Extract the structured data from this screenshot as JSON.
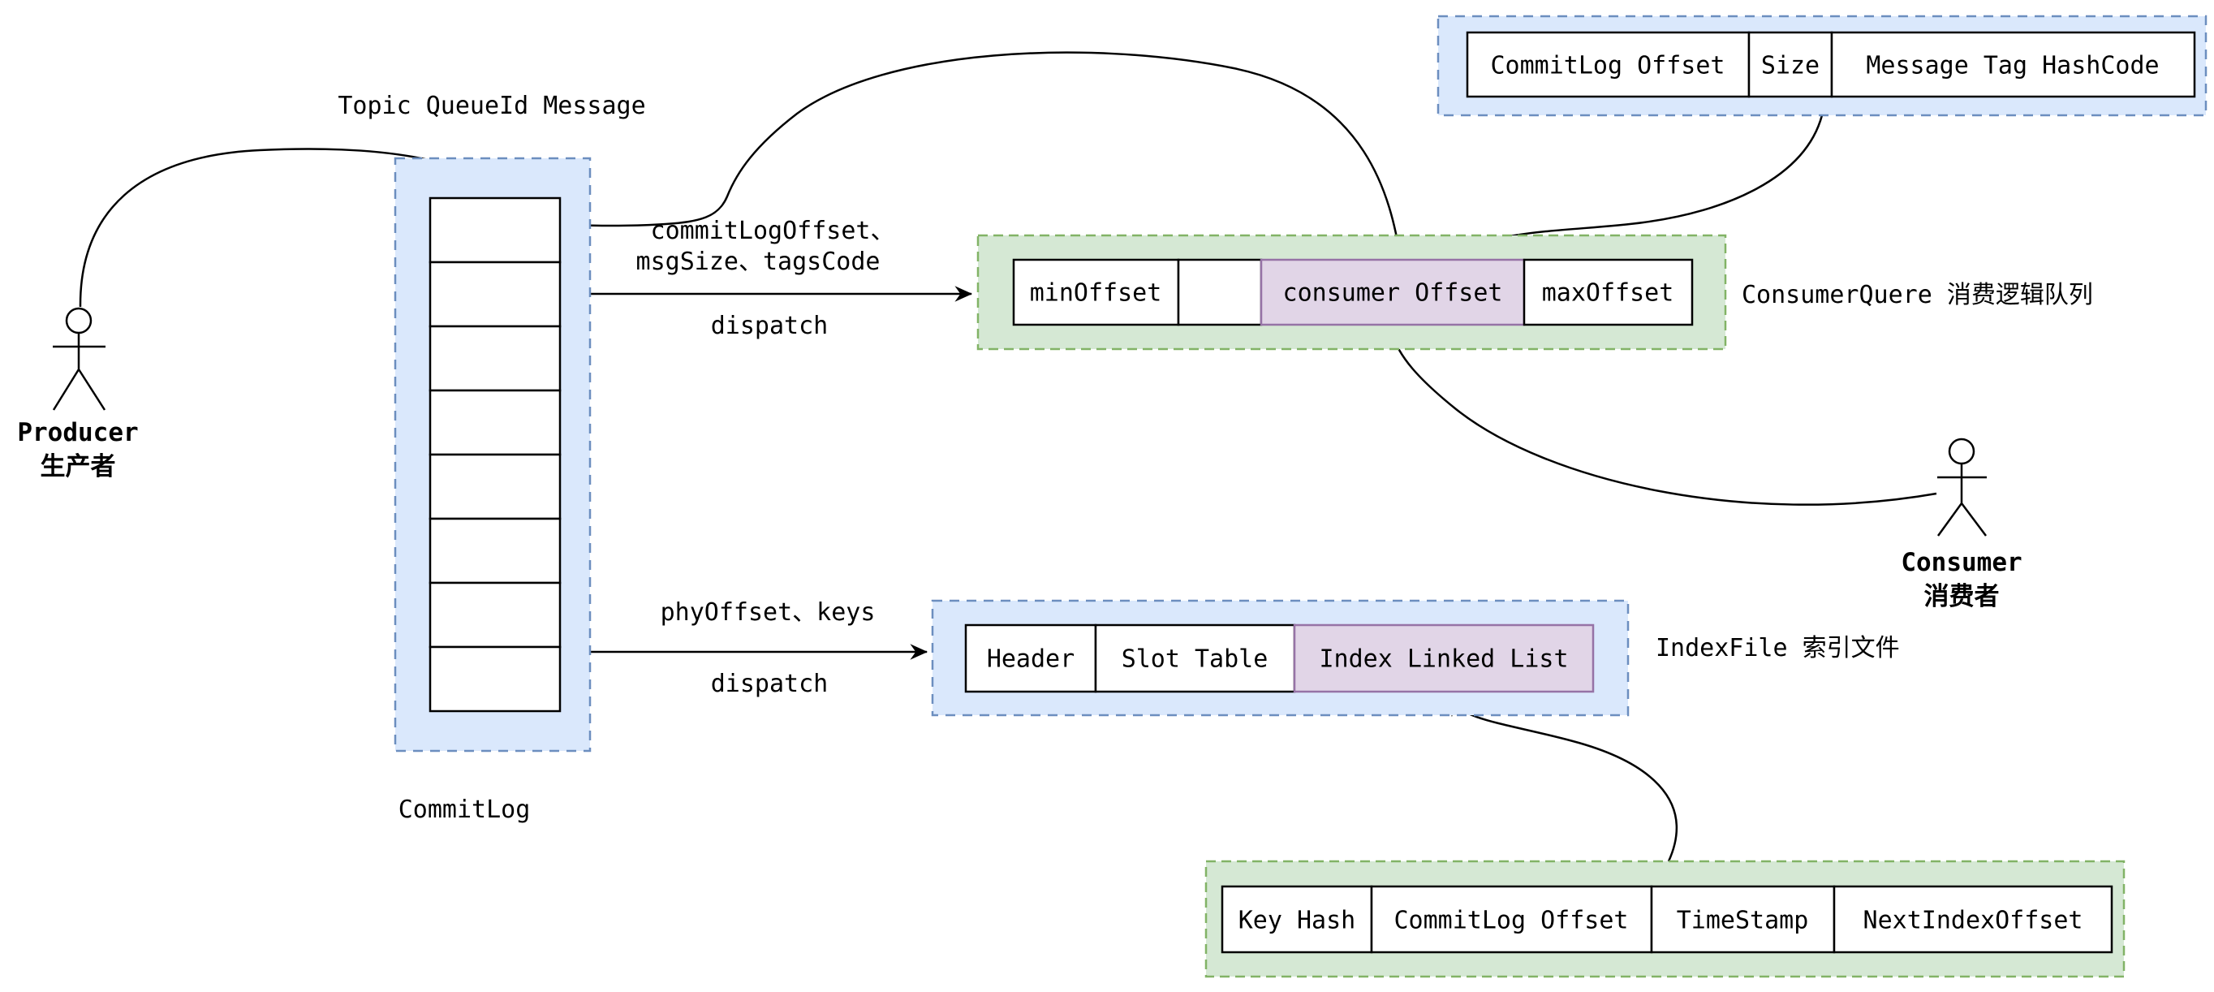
{
  "colors": {
    "blue_fill": "#dae8fc",
    "blue_stroke": "#6c8ebf",
    "green_fill": "#d5e8d4",
    "green_stroke": "#82b366",
    "purple_fill": "#e1d5e7",
    "purple_stroke": "#9673a6",
    "line": "#000000"
  },
  "actors": {
    "producer": {
      "name": "Producer",
      "name_cn": "生产者"
    },
    "consumer": {
      "name": "Consumer",
      "name_cn": "消费者"
    }
  },
  "commitlog": {
    "label": "CommitLog",
    "cell_count": 8
  },
  "consumer_queue": {
    "label": "ConsumerQuere 消费逻辑队列",
    "cells": {
      "min_offset": "minOffset",
      "empty": "",
      "consumer_offset": "consumer Offset",
      "max_offset": "maxOffset"
    }
  },
  "index_file": {
    "label": "IndexFile 索引文件",
    "cells": {
      "header": "Header",
      "slot_table": "Slot Table",
      "index_linked_list": "Index Linked List"
    }
  },
  "cq_entry": {
    "cells": {
      "commitlog_offset": "CommitLog Offset",
      "size": "Size",
      "tag_hashcode": "Message Tag HashCode"
    }
  },
  "index_entry": {
    "cells": {
      "key_hash": "Key Hash",
      "commitlog_offset": "CommitLog Offset",
      "timestamp": "TimeStamp",
      "next_index_offset": "NextIndexOffset"
    }
  },
  "edge_labels": {
    "produce": "Topic QueueId Message",
    "cq_dispatch_1": "commitLogOffset、",
    "cq_dispatch_2": "msgSize、tagsCode",
    "cq_dispatch_verb": "dispatch",
    "if_dispatch_keys": "phyOffset、keys",
    "if_dispatch_verb": "dispatch"
  }
}
